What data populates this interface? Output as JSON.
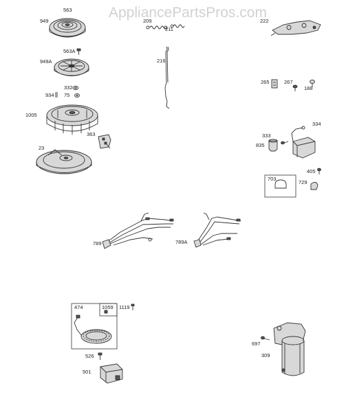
{
  "watermark": "AppliancePartsPros.com",
  "labels": {
    "l949": "949",
    "l563": "563",
    "l563A": "563A",
    "l949A": "949A",
    "l332": "332",
    "l934": "934",
    "l75": "75",
    "l1005": "1005",
    "l363": "363",
    "l23": "23",
    "l209": "209",
    "l211": "211",
    "l216": "216",
    "l222": "222",
    "l265": "265",
    "l267": "267",
    "l188": "188",
    "l334": "334",
    "l333": "333",
    "l835": "835",
    "l405": "405",
    "l703": "703",
    "l729": "729",
    "l789": "789",
    "l789A": "789A",
    "l474": "474",
    "l1059": "1059",
    "l1119": "1119",
    "l526": "526",
    "l501": "501",
    "l697": "697",
    "l309": "309"
  }
}
